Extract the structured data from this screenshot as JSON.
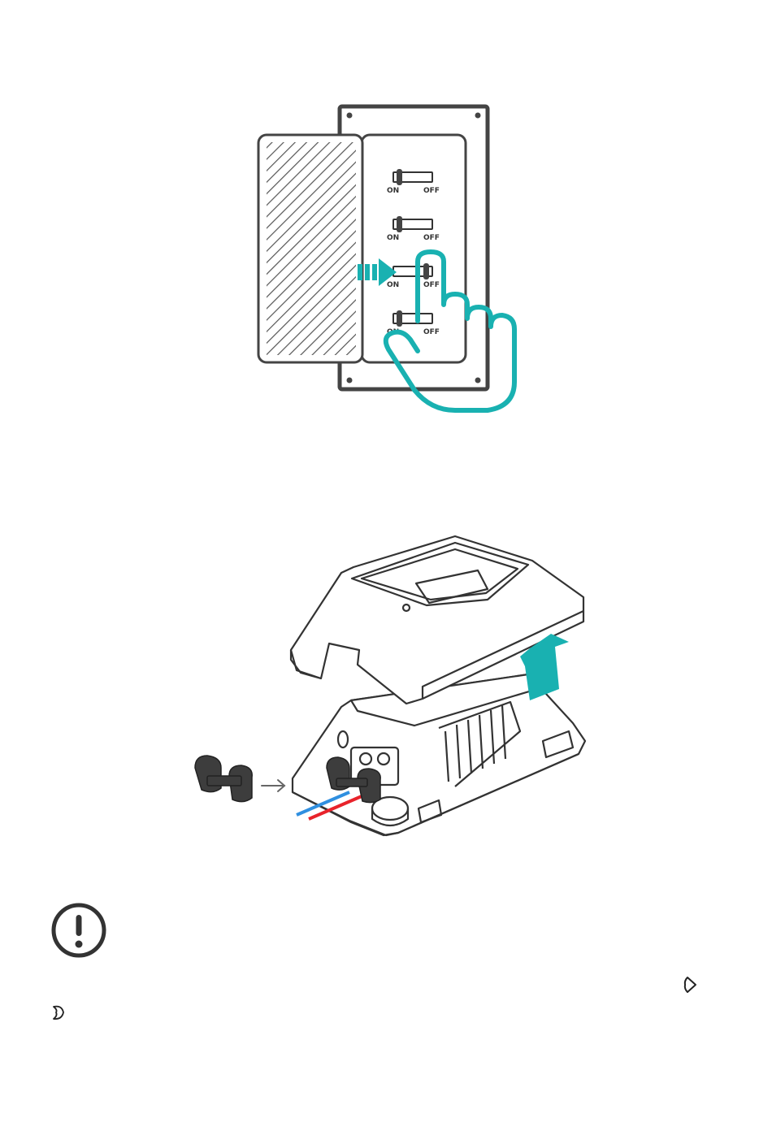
{
  "breaker_panel": {
    "switches": [
      {
        "on_label": "ON",
        "off_label": "OFF"
      },
      {
        "on_label": "ON",
        "off_label": "OFF"
      },
      {
        "on_label": "ON",
        "off_label": "OFF"
      },
      {
        "on_label": "ON",
        "off_label": "OFF"
      }
    ],
    "accent_color": "#19b1b1"
  },
  "device_figure": {
    "live_wire_color": "#e8232b",
    "neutral_wire_color": "#2f8fe0",
    "accent_color": "#19b1b1"
  },
  "icons": {
    "warning": "exclamation-circle-icon",
    "glyph_right": "right-glyph-icon",
    "glyph_left": "left-glyph-icon"
  }
}
